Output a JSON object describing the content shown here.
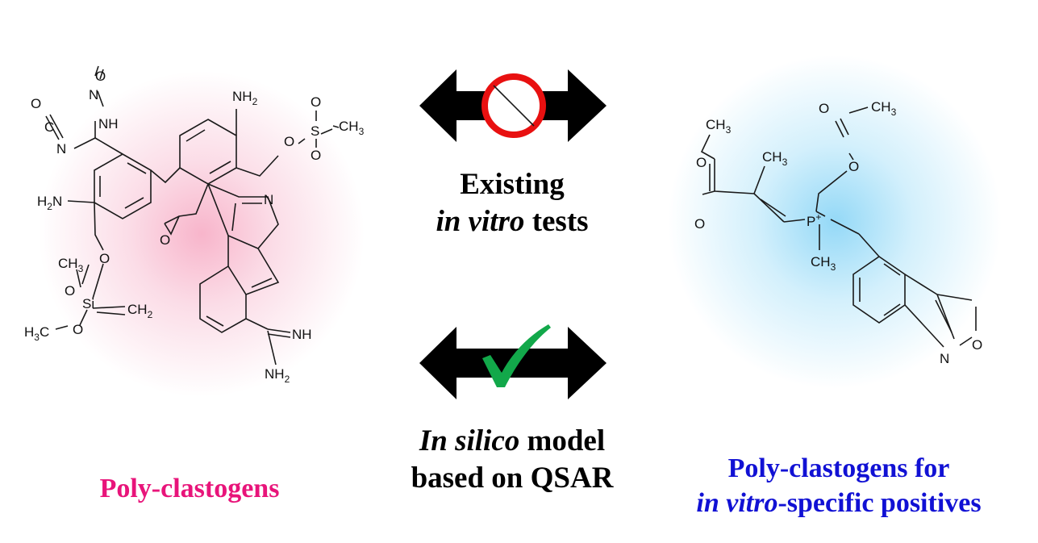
{
  "left_label": "Poly-clastogens",
  "right_label_line1": "Poly-clastogens for",
  "right_label_line2_italic": "in vitro",
  "right_label_line2_rest": "-specific positives",
  "top_arrow": {
    "status_icon": "prohibited-icon",
    "label_line1": "Existing",
    "label_line2_italic": "in vitro",
    "label_line2_rest": " tests"
  },
  "bottom_arrow": {
    "status_icon": "checkmark-icon",
    "label_line1_italic": "In silico",
    "label_line1_rest": " model",
    "label_line2": "based on QSAR"
  },
  "left_molecule_labels": {
    "o1": "O",
    "n_nitroso": "N",
    "o_iso": "O",
    "c_iso": "C",
    "n_iso": "N",
    "nh": "NH",
    "nh2_top": "NH",
    "nh2_top_sub": "2",
    "o_ms": "O",
    "s_ms": "S",
    "o_ms_top": "O",
    "o_ms_bot": "O",
    "ch3_ms": "CH",
    "ch3_ms_sub": "3",
    "h2n": "H",
    "h2n_sub": "2",
    "h2n_n": "N",
    "n_pyr": "N",
    "o_epox": "O",
    "ch3_si": "CH",
    "ch3_si_sub": "3",
    "o_si1": "O",
    "o_si2": "O",
    "o_si3": "O",
    "si": "Si",
    "ch2": "CH",
    "ch2_sub": "2",
    "h3c": "H",
    "h3c_sub": "3",
    "h3c_c": "C",
    "nh_am": "NH",
    "nh2_am": "NH",
    "nh2_am_sub": "2"
  },
  "right_molecule_labels": {
    "o_ac": "O",
    "ch3_ac": "CH",
    "ch3_ac_sub": "3",
    "o_me": "O",
    "ch3_me": "CH",
    "ch3_me_sub": "3",
    "ch3_c": "CH",
    "ch3_c_sub": "3",
    "o_link": "O",
    "o_keto": "O",
    "p": "P",
    "p_charge": "+",
    "ch3_p": "CH",
    "ch3_p_sub": "3",
    "n_iso": "N",
    "o_iso": "O"
  },
  "colors": {
    "pink": "#e8147a",
    "blue": "#1111d4",
    "arrow": "#000000",
    "prohibit": "#e81010",
    "check": "#12a84a"
  }
}
